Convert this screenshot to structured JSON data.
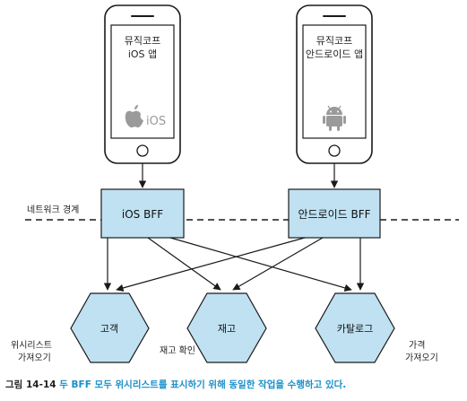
{
  "phones": [
    {
      "id": "ios",
      "title_line1": "뮤직코프",
      "title_line2": "iOS 앱",
      "logo_text": "iOS"
    },
    {
      "id": "android",
      "title_line1": "뮤직코프",
      "title_line2": "안드로이드 앱"
    }
  ],
  "network_boundary_label": "네트워크 경계",
  "bffs": [
    {
      "id": "ios_bff",
      "label": "iOS BFF"
    },
    {
      "id": "android_bff",
      "label": "안드로이드 BFF"
    }
  ],
  "services": [
    {
      "id": "customer",
      "label": "고객"
    },
    {
      "id": "inventory",
      "label": "재고"
    },
    {
      "id": "catalog",
      "label": "카탈로그"
    }
  ],
  "edge_labels": {
    "wishlist_line1": "위시리스트",
    "wishlist_line2": "가져오기",
    "inventory_check": "재고 확인",
    "price_line1": "가격",
    "price_line2": "가져오기"
  },
  "caption": {
    "number": "그림 14-14",
    "text": "두 BFF 모두 위시리스트를 표시하기 위해 동일한 작업을 수행하고 있다."
  },
  "colors": {
    "box_fill": "#bfe1f2",
    "stroke": "#1a1a1a",
    "caption_accent": "#1a8fc9"
  }
}
